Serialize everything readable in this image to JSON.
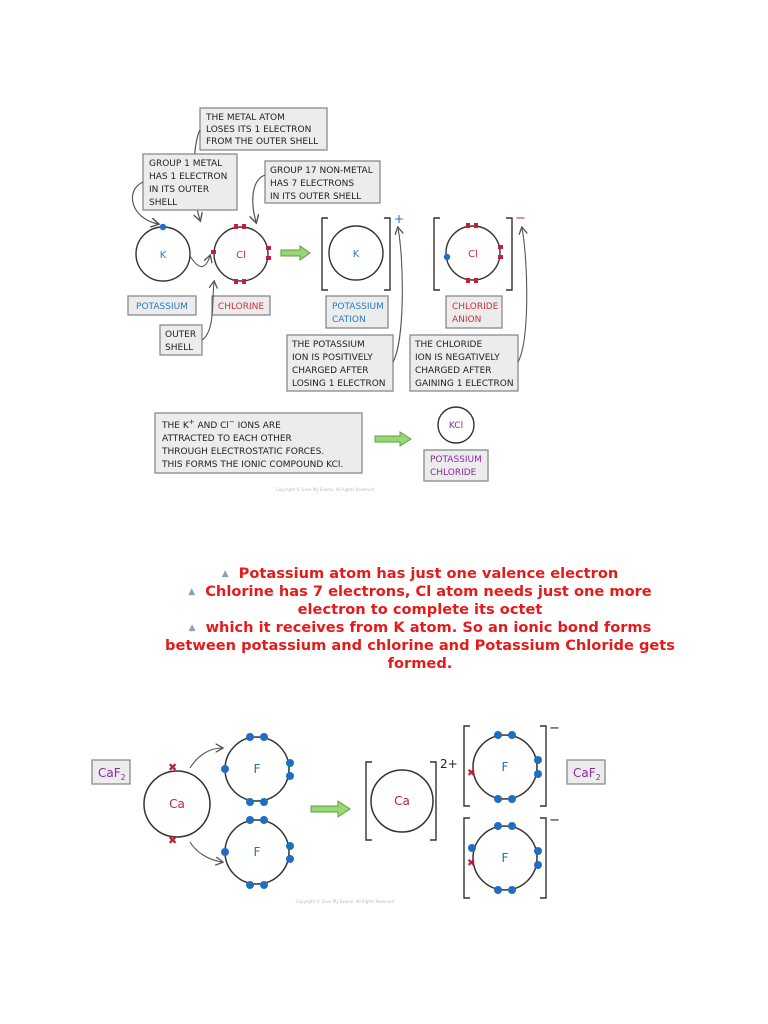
{
  "diagram1": {
    "callout_metal": [
      "THE METAL ATOM",
      "LOSES ITS 1 ELECTRON",
      "FROM THE OUTER SHELL"
    ],
    "callout_group1": [
      "GROUP 1 METAL",
      "HAS 1 ELECTRON",
      "IN ITS OUTER",
      "SHELL"
    ],
    "callout_group17": [
      "GROUP 17 NON-METAL",
      "HAS 7 ELECTRONS",
      "IN ITS OUTER SHELL"
    ],
    "atom_k": "K",
    "atom_cl": "Cl",
    "ion_k": "K",
    "ion_cl": "Cl",
    "charge_plus": "+",
    "charge_minus": "−",
    "label_potassium": "POTASSIUM",
    "label_chlorine": "CHLORINE",
    "label_potassium_cation": [
      "POTASSIUM",
      "CATION"
    ],
    "label_chloride_anion": [
      "CHLORIDE",
      "ANION"
    ],
    "label_outer_shell": [
      "OUTER",
      "SHELL"
    ],
    "callout_k_ion": [
      "THE POTASSIUM",
      "ION IS POSITIVELY",
      "CHARGED AFTER",
      "LOSING 1 ELECTRON"
    ],
    "callout_cl_ion": [
      "THE CHLORIDE",
      "ION IS NEGATIVELY",
      "CHARGED AFTER",
      "GAINING 1 ELECTRON"
    ],
    "summary": {
      "line1_pre": "THE K",
      "line1_sup1": "+",
      "line1_mid": " AND Cl",
      "line1_sup2": "−",
      "line1_post": " IONS ARE",
      "line2": "ATTRACTED TO EACH OTHER",
      "line3": "THROUGH ELECTROSTATIC FORCES.",
      "line4": "THIS FORMS THE IONIC COMPOUND KCl."
    },
    "compound": "KCl",
    "compound_label": [
      "POTASSIUM",
      "CHLORIDE"
    ],
    "copyright": "Copyright © Save My Exams. All Rights Reserved"
  },
  "bullets": [
    "Potassium atom has just one valence electron",
    "Chlorine has 7 electrons, Cl atom needs just one more electron to complete its octet",
    "which it receives from K atom. So an ionic bond forms between potassium and chlorine and Potassium Chloride gets formed."
  ],
  "diagram2": {
    "formula_main": "CaF",
    "formula_sub": "2",
    "atom_ca": "Ca",
    "atom_f1": "F",
    "atom_f2": "F",
    "ion_ca": "Ca",
    "ion_f1": "F",
    "ion_f2": "F",
    "charge_ca": "2+",
    "charge_f1": "−",
    "charge_f2": "−",
    "copyright": "Copyright © Save My Exams. All Rights Reserved"
  },
  "colors": {
    "box_bg": "#ececec",
    "box_border": "#8a8a8a",
    "label_potassium": "#2a7bc2",
    "label_chlorine": "#d0303a",
    "label_compound": "#8a2aa0",
    "electron_blue": "#1f6fc0",
    "electron_red": "#c0203a",
    "arrow_green": "#7cc25a",
    "bullet_text": "#e51b1b"
  }
}
